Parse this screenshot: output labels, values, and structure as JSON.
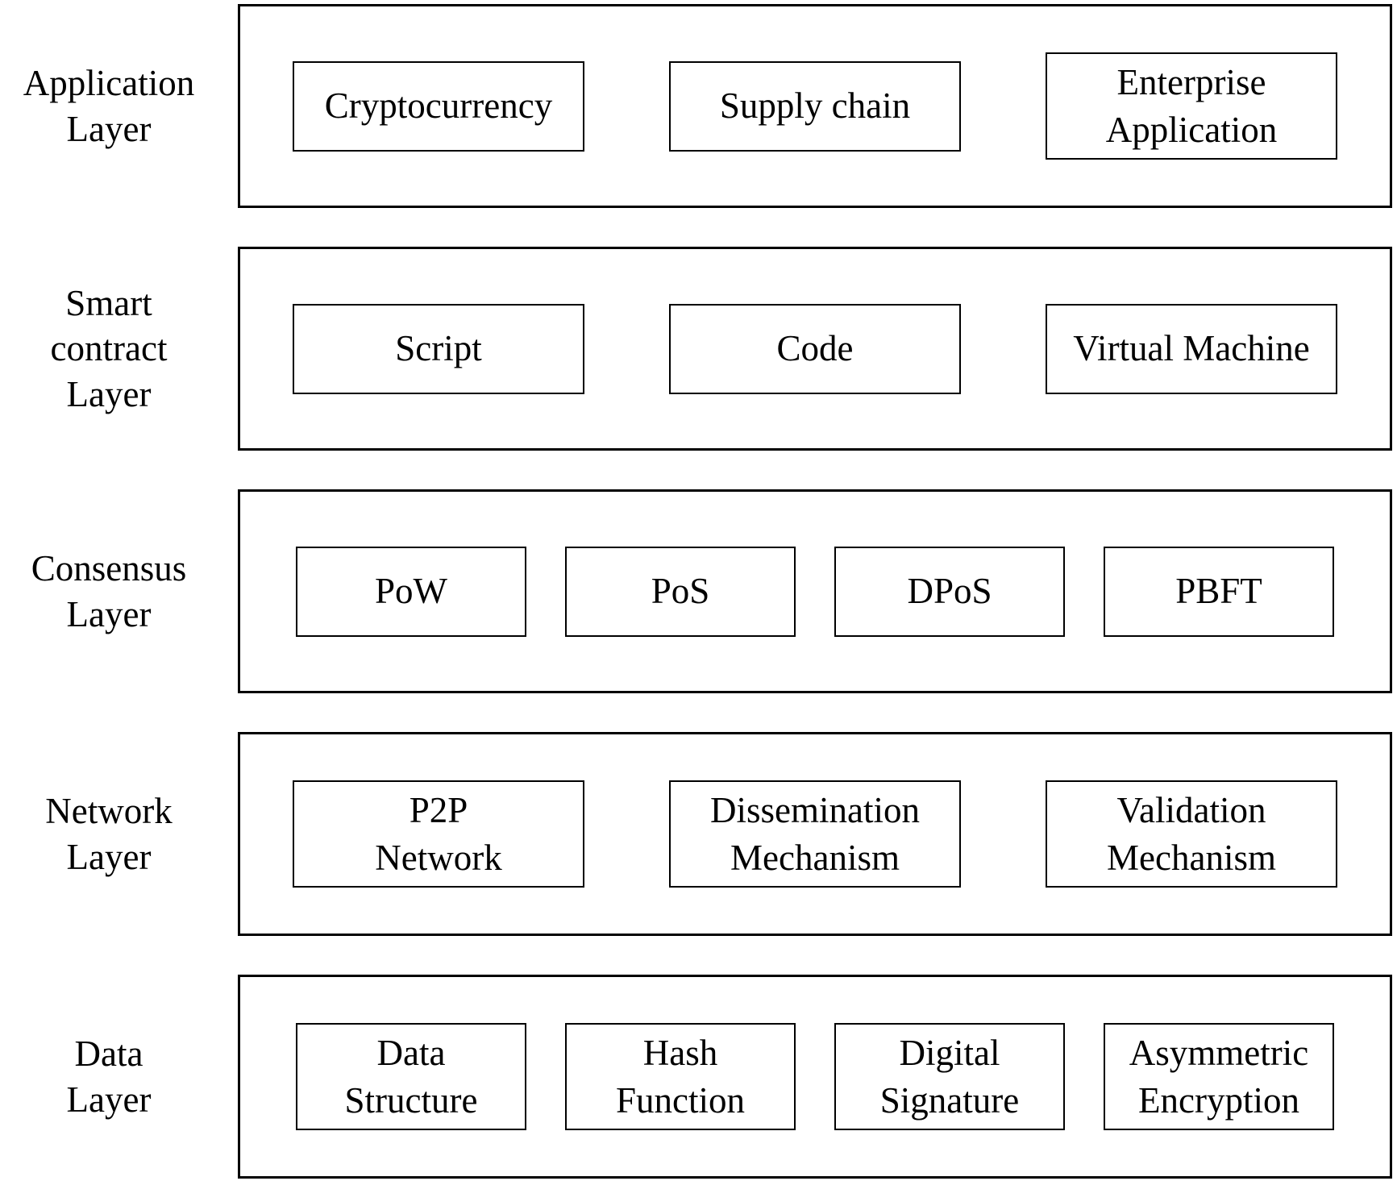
{
  "diagram": {
    "name": "blockchain-layered-architecture",
    "colors": {
      "border": "#000000",
      "background": "#ffffff",
      "text": "#000000"
    },
    "layers": [
      {
        "label": "Application\nLayer",
        "boxes": [
          "Cryptocurrency",
          "Supply chain",
          "Enterprise\nApplication"
        ]
      },
      {
        "label": "Smart\ncontract\nLayer",
        "boxes": [
          "Script",
          "Code",
          "Virtual Machine"
        ]
      },
      {
        "label": "Consensus\nLayer",
        "boxes": [
          "PoW",
          "PoS",
          "DPoS",
          "PBFT"
        ]
      },
      {
        "label": "Network\nLayer",
        "boxes": [
          "P2P\nNetwork",
          "Dissemination\nMechanism",
          "Validation\nMechanism"
        ]
      },
      {
        "label": "Data\nLayer",
        "boxes": [
          "Data\nStructure",
          "Hash\nFunction",
          "Digital\nSignature",
          "Asymmetric\nEncryption"
        ]
      }
    ]
  }
}
